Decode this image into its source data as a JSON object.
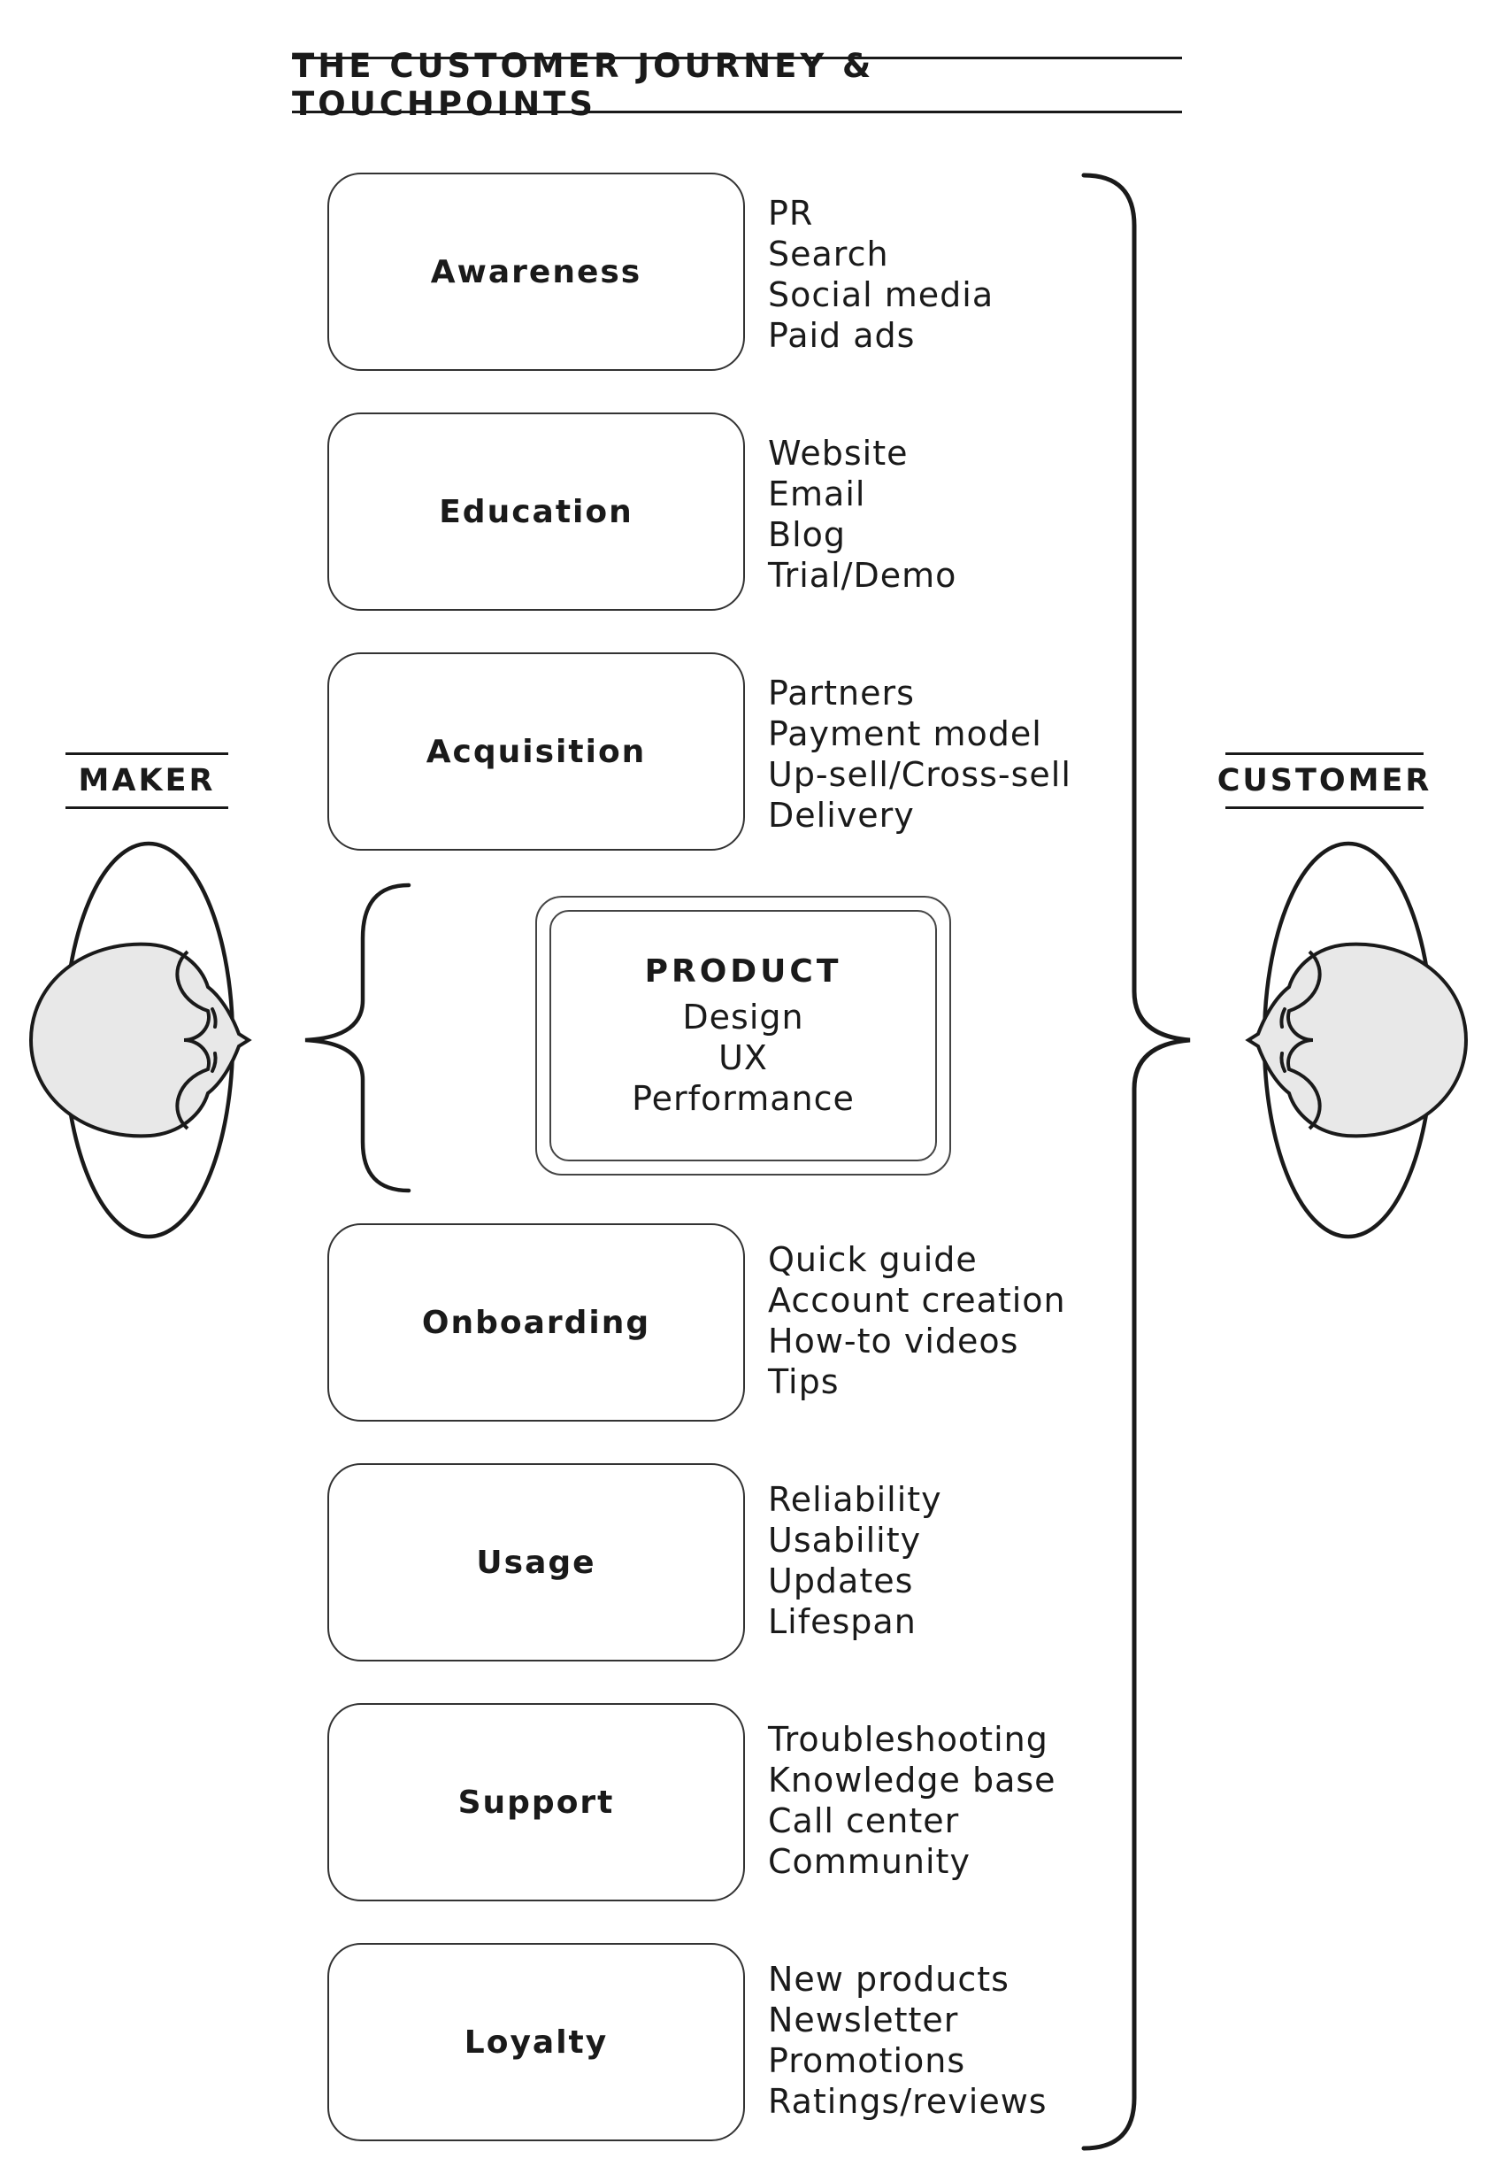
{
  "title": "THE CUSTOMER JOURNEY & TOUCHPOINTS",
  "maker_label": "MAKER",
  "customer_label": "CUSTOMER",
  "product": {
    "title": "PRODUCT",
    "items": [
      "Design",
      "UX",
      "Performance"
    ]
  },
  "stages": [
    {
      "label": "Awareness",
      "touchpoints": [
        "PR",
        "Search",
        "Social media",
        "Paid ads"
      ]
    },
    {
      "label": "Education",
      "touchpoints": [
        "Website",
        "Email",
        "Blog",
        "Trial/Demo"
      ]
    },
    {
      "label": "Acquisition",
      "touchpoints": [
        "Partners",
        "Payment model",
        "Up-sell/Cross-sell",
        "Delivery"
      ]
    },
    {
      "label": "Onboarding",
      "touchpoints": [
        "Quick guide",
        "Account creation",
        "How-to videos",
        "Tips"
      ]
    },
    {
      "label": "Usage",
      "touchpoints": [
        "Reliability",
        "Usability",
        "Updates",
        "Lifespan"
      ]
    },
    {
      "label": "Support",
      "touchpoints": [
        "Troubleshooting",
        "Knowledge base",
        "Call center",
        "Community"
      ]
    },
    {
      "label": "Loyalty",
      "touchpoints": [
        "New products",
        "Newsletter",
        "Promotions",
        "Ratings/reviews"
      ]
    }
  ]
}
